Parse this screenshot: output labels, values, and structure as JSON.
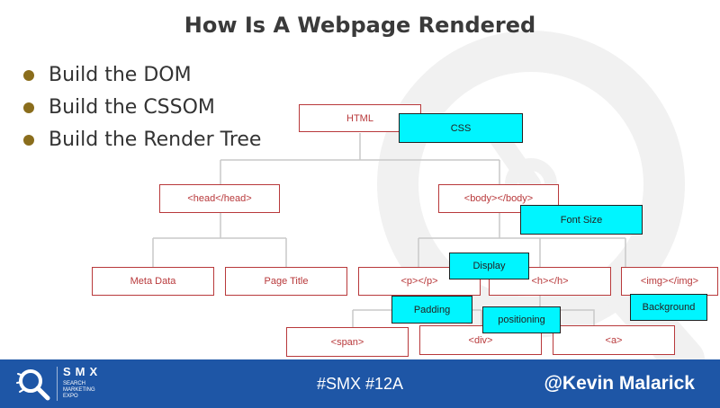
{
  "slide": {
    "title": "How Is A Webpage Rendered",
    "bullets": [
      "Build the DOM",
      "Build the CSSOM",
      "Build the Render Tree"
    ]
  },
  "dom_nodes": {
    "html": "HTML",
    "head": "<head</head>",
    "body": "<body></body>",
    "meta": "Meta Data",
    "page_title": "Page Title",
    "p": "<p></p>",
    "h": "<h></h>",
    "img": "<img></img>",
    "span": "<span>",
    "div": "<div>",
    "a": "<a>"
  },
  "css_labels": {
    "css": "CSS",
    "font_size": "Font Size",
    "display": "Display",
    "padding": "Padding",
    "positioning": "positioning",
    "background": "Background"
  },
  "footer": {
    "brand_name": "SMX",
    "brand_tag_1": "SEARCH",
    "brand_tag_2": "MARKETING",
    "brand_tag_3": "EXPO",
    "hashtag": "#SMX #12A",
    "handle": "@Kevin Malarick"
  },
  "colors": {
    "footer_bg": "#1e56a6",
    "node_border": "#b8393b",
    "css_fill": "#00f5ff",
    "bullet": "#8a6d1c"
  },
  "icons": [
    "smx-logo-icon",
    "watermark-search-icon"
  ]
}
